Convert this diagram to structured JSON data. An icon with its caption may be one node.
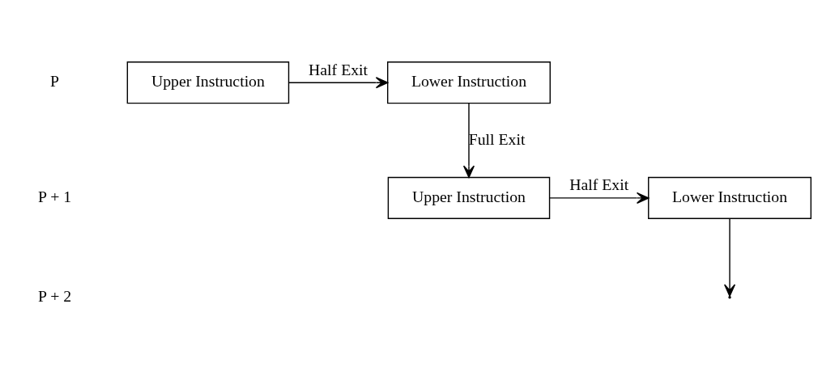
{
  "diagram": {
    "nodes": [
      {
        "text": [
          "Upper Instruction"
        ]
      },
      {
        "text": [
          "Lower Instruction"
        ]
      },
      {
        "text": [
          "Upper Instruction"
        ]
      },
      {
        "text": [
          "Lower Instruction"
        ]
      }
    ],
    "edges": [
      {
        "from": 0,
        "to": 1,
        "label": "Half Exit",
        "arrow": "to"
      },
      {
        "from": 1,
        "to": 2,
        "label": "Full Exit",
        "arrow": "to"
      },
      {
        "from": 2,
        "to": 3,
        "label": "Half Exit",
        "arrow": "to"
      },
      {
        "from": 3,
        "to": null,
        "arrow": "to"
      }
    ],
    "labels": [
      "P",
      "P + 1",
      "P + 2"
    ]
  }
}
